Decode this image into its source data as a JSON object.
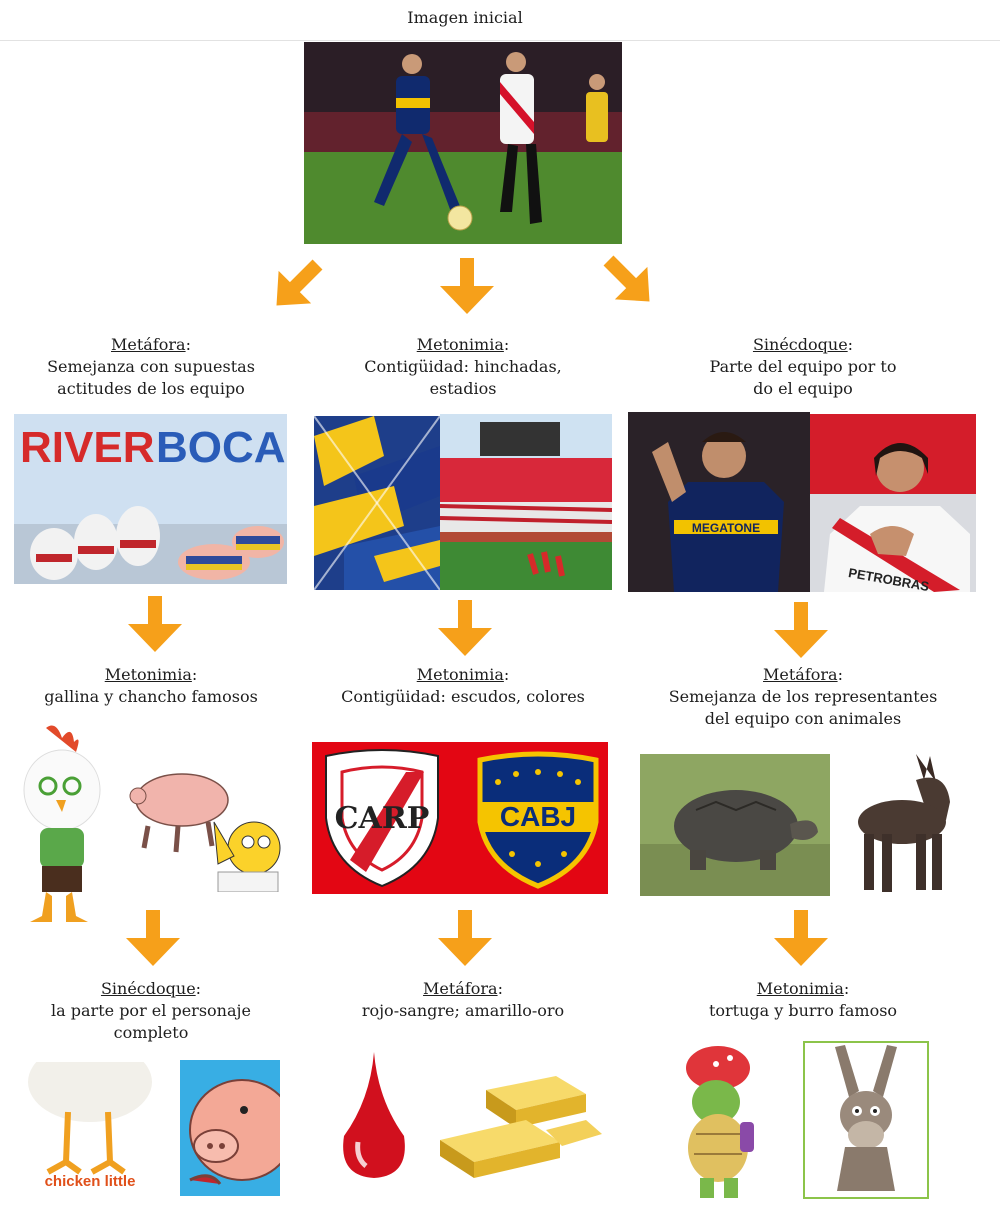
{
  "header": {
    "title": "Imagen inicial"
  },
  "colors": {
    "arrow": "#f6a01a",
    "river_red": "#e30613",
    "boca_blue": "#0a2d7a",
    "boca_gold": "#f5c400"
  },
  "initial_image": {
    "subject": "football match River vs Boca"
  },
  "columns": [
    {
      "steps": [
        {
          "term": "Metáfora",
          "lines": [
            "Semejanza con supuestas",
            "actitudes de los equipo"
          ]
        },
        {
          "term": "Metonimia",
          "lines": [
            "gallina y chancho famosos"
          ]
        },
        {
          "term": "Sinécdoque",
          "lines": [
            "la parte por el personaje",
            "completo"
          ]
        }
      ],
      "banner": {
        "left": "RIVER",
        "right": "BOCA"
      },
      "poster_text": "chicken little"
    },
    {
      "steps": [
        {
          "term": "Metonimia",
          "lines": [
            "Contigüidad: hinchadas,",
            "estadios"
          ]
        },
        {
          "term": "Metonimia",
          "lines": [
            "Contigüidad: escudos, colores"
          ]
        },
        {
          "term": "Metáfora",
          "lines": [
            "rojo-sangre; amarillo-oro"
          ]
        }
      ],
      "crest_left": "CARP",
      "crest_right": "CABJ"
    },
    {
      "steps": [
        {
          "term": "Sinécdoque",
          "lines": [
            "Parte del equipo por to",
            "do el equipo"
          ]
        },
        {
          "term": "Metáfora",
          "lines": [
            "Semejanza de los representantes",
            "del equipo con animales"
          ]
        },
        {
          "term": "Metonimia",
          "lines": [
            "tortuga y burro famoso"
          ]
        }
      ],
      "jersey_left": "MEGATONE",
      "jersey_right": "PETROBRAS"
    }
  ]
}
